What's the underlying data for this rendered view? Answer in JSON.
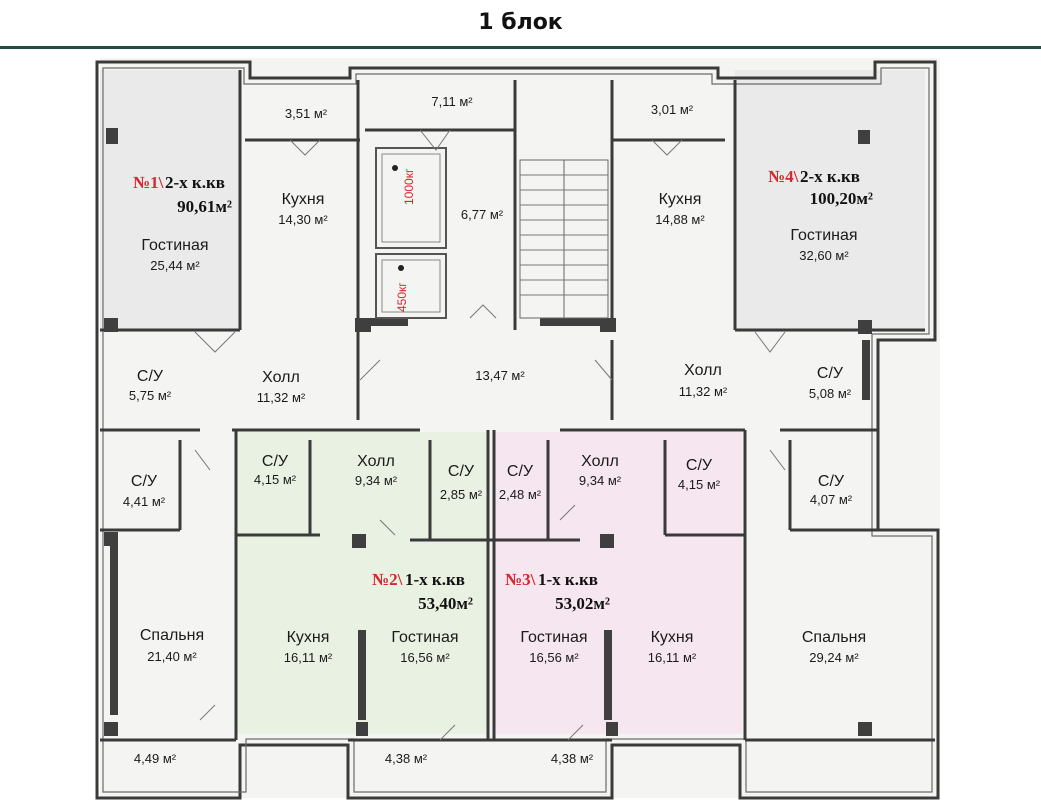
{
  "page": {
    "title": "1 блок"
  },
  "apartments": [
    {
      "id": "apt1",
      "number": "№1\\",
      "type": "2-х к.кв",
      "area": "90,61м²"
    },
    {
      "id": "apt2",
      "number": "№2\\",
      "type": "1-х к.кв",
      "area": "53,40м²"
    },
    {
      "id": "apt3",
      "number": "№3\\",
      "type": "1-х к.кв",
      "area": "53,02м²"
    },
    {
      "id": "apt4",
      "number": "№4\\",
      "type": "2-х к.кв",
      "area": "100,20м²"
    }
  ],
  "rooms": [
    {
      "name": "",
      "area": "3,51 м²"
    },
    {
      "name": "",
      "area": "7,11 м²"
    },
    {
      "name": "",
      "area": "3,01 м²"
    },
    {
      "name": "Кухня",
      "area": "14,30 м²"
    },
    {
      "name": "",
      "area": "6,77 м²"
    },
    {
      "name": "Кухня",
      "area": "14,88 м²"
    },
    {
      "name": "Гостиная",
      "area": "25,44 м²"
    },
    {
      "name": "Гостиная",
      "area": "32,60 м²"
    },
    {
      "name": "",
      "area": "13,47 м²"
    },
    {
      "name": "С/У",
      "area": "5,75 м²"
    },
    {
      "name": "Холл",
      "area": "11,32 м²"
    },
    {
      "name": "Холл",
      "area": "11,32 м²"
    },
    {
      "name": "С/У",
      "area": "5,08 м²"
    },
    {
      "name": "С/У",
      "area": "4,15 м²"
    },
    {
      "name": "Холл",
      "area": "9,34 м²"
    },
    {
      "name": "С/У",
      "area": "2,85 м²"
    },
    {
      "name": "С/У",
      "area": "2,48 м²"
    },
    {
      "name": "Холл",
      "area": "9,34 м²"
    },
    {
      "name": "С/У",
      "area": "4,15 м²"
    },
    {
      "name": "С/У",
      "area": "4,41 м²"
    },
    {
      "name": "С/У",
      "area": "4,07 м²"
    },
    {
      "name": "Кухня",
      "area": "16,11 м²"
    },
    {
      "name": "Гостиная",
      "area": "16,56 м²"
    },
    {
      "name": "Гостиная",
      "area": "16,56 м²"
    },
    {
      "name": "Кухня",
      "area": "16,11 м²"
    },
    {
      "name": "Спальня",
      "area": "21,40 м²"
    },
    {
      "name": "Спальня",
      "area": "29,24 м²"
    },
    {
      "name": "",
      "area": "4,49 м²"
    },
    {
      "name": "",
      "area": "4,38 м²"
    },
    {
      "name": "",
      "area": "4,38 м²"
    }
  ],
  "lifts": {
    "big": "1000кг",
    "small": "450кг"
  },
  "colors": {
    "apt_number": "#d6282f",
    "apt2_fill": "#e9f1e3",
    "apt3_fill": "#f6e6f0",
    "title_rule": "#1f4d45"
  }
}
